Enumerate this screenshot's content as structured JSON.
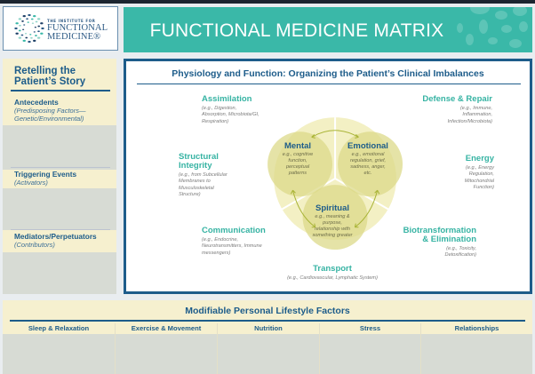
{
  "logo": {
    "small_line": "THE INSTITUTE FOR",
    "line1": "FUNCTIONAL",
    "line2": "MEDICINE®",
    "icon": "ifm-dotted-circle-logo-icon"
  },
  "header": {
    "title": "FUNCTIONAL MEDICINE MATRIX",
    "background_color": "#3ab8a8"
  },
  "story": {
    "title_line1": "Retelling the",
    "title_line2": "Patient’s Story",
    "sections": [
      {
        "heading": "Antecedents",
        "sub_line1": "(Predisposing Factors—",
        "sub_line2": "Genetic/Environmental)"
      },
      {
        "heading": "Triggering Events",
        "sub_line1": "(Activators)",
        "sub_line2": ""
      },
      {
        "heading": "Mediators/Perpetuators",
        "sub_line1": "(Contributors)",
        "sub_line2": ""
      }
    ]
  },
  "physiology": {
    "title": "Physiology and Function: Organizing the Patient’s Clinical Imbalances",
    "nodes": {
      "assimilation": {
        "heading": "Assimilation",
        "desc": [
          "(e.g., Digestion,",
          "Absorption, Microbiota/GI,",
          "Respiration)"
        ]
      },
      "defense": {
        "heading": "Defense & Repair",
        "desc": [
          "(e.g., Immune,",
          "Inflammation,",
          "Infection/Microbiota)"
        ]
      },
      "structural": {
        "heading_line1": "Structural",
        "heading_line2": "Integrity",
        "desc": [
          "(e.g., from Subcellular",
          "Membranes to",
          "Musculoskeletal",
          "Structure)"
        ]
      },
      "energy": {
        "heading": "Energy",
        "desc": [
          "(e.g., Energy",
          "Regulation,",
          "Mitochondrial",
          "Function)"
        ]
      },
      "communication": {
        "heading": "Communication",
        "desc": [
          "(e.g., Endocrine,",
          "Neurotransmitters, Immune",
          "messengers)"
        ]
      },
      "biotransformation": {
        "heading_line1": "Biotransformation",
        "heading_line2": "& Elimination",
        "desc": [
          "(e.g., Toxicity,",
          "Detoxification)"
        ]
      },
      "transport": {
        "heading": "Transport",
        "desc": [
          "(e.g., Cardiovascular, Lymphatic System)"
        ]
      }
    },
    "circles": {
      "mental": {
        "heading": "Mental",
        "desc": [
          "e.g., cognitive",
          "function,",
          "perceptual",
          "patterns"
        ]
      },
      "emotional": {
        "heading": "Emotional",
        "desc": [
          "e.g., emotional",
          "regulation, grief,",
          "sadness, anger,",
          "etc."
        ]
      },
      "spiritual": {
        "heading": "Spiritual",
        "desc": [
          "e.g., meaning &",
          "purpose,",
          "relationship with",
          "something greater"
        ]
      }
    }
  },
  "lifestyle": {
    "title": "Modifiable Personal Lifestyle Factors",
    "columns": [
      "Sleep & Relaxation",
      "Exercise & Movement",
      "Nutrition",
      "Stress",
      "Relationships"
    ]
  },
  "colors": {
    "navy": "#1d5c8a",
    "teal": "#36b3a3",
    "cream": "#f6f0cf",
    "gray_field": "#d7dbd4",
    "circle_fill": "#e3e198"
  }
}
